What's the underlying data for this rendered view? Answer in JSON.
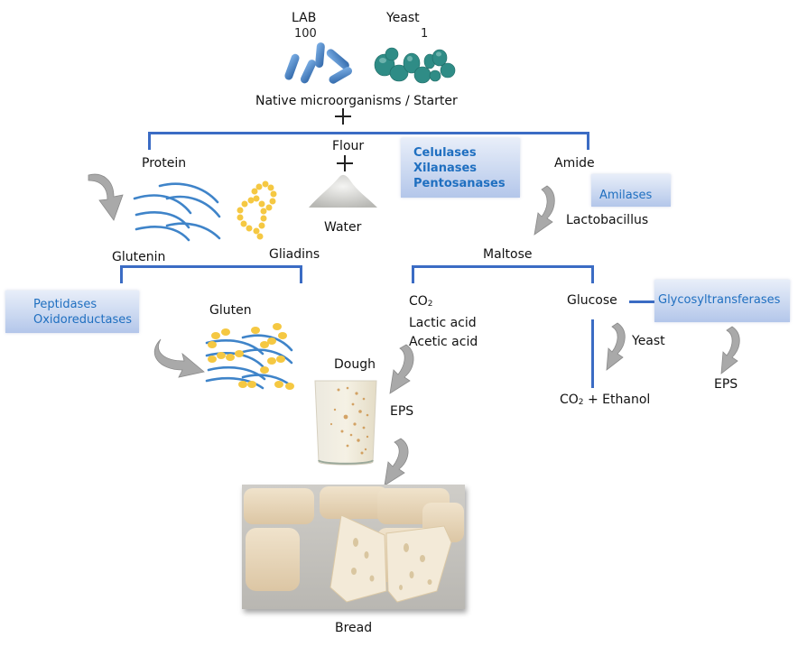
{
  "starter": {
    "lab_label": "LAB",
    "lab_ratio": "100",
    "yeast_label": "Yeast",
    "yeast_ratio": "1",
    "caption": "Native microorganisms / Starter"
  },
  "flour": {
    "flour_label": "Flour",
    "water_label": "Water"
  },
  "protein_branch": {
    "protein_label": "Protein",
    "glutenin_label": "Glutenin",
    "gliadins_label": "Gliadins",
    "gluten_label": "Gluten",
    "enzymes": [
      "Peptidases",
      "Oxidoreductases"
    ]
  },
  "hemicellulose_enzymes": [
    "Celulases",
    "Xilanases",
    "Pentosanases"
  ],
  "amide_branch": {
    "amide_label": "Amide",
    "enzyme": "Amilases",
    "agent_label": "Lactobacillus",
    "maltose_label": "Maltose",
    "products": [
      "CO2",
      "Lactic acid",
      "Acetic acid"
    ],
    "glucose_label": "Glucose",
    "glucose_enzyme": "Glycosyltransferases",
    "yeast_label": "Yeast",
    "yeast_products": "CO2 + Ethanol",
    "eps_label": "EPS"
  },
  "dough": {
    "dough_label": "Dough",
    "eps_label": "EPS"
  },
  "bread": {
    "bread_label": "Bread"
  },
  "colors": {
    "connector": "#3b6cc4",
    "enzyme_text": "#1f6fc0",
    "enzyme_box": "#c9d7f0",
    "arrow": "#a8a8a8",
    "lab_cells": "#3f7fc4",
    "yeast_cells": "#2f8c86",
    "gliadin_beads": "#f5c842"
  }
}
